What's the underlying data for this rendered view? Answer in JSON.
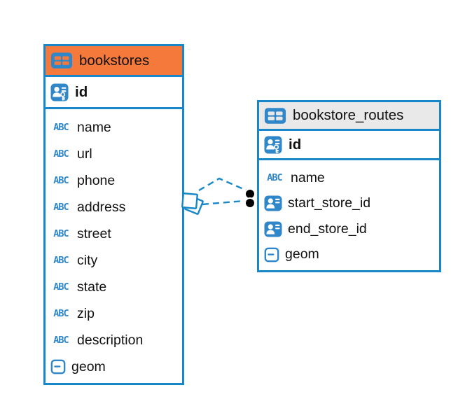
{
  "colors": {
    "table_border": "#1787C9",
    "icon_blue": "#2F87C9",
    "bookstores_header": "#F5793B",
    "routes_header": "#E9E9E9",
    "text": "#111111",
    "connector": "#1787C9",
    "dot_fill": "#000000"
  },
  "icons": {
    "abc_glyph": "ABC"
  },
  "diagram": {
    "tables": [
      {
        "name": "bookstores",
        "primary_key": {
          "name": "id"
        },
        "columns": [
          {
            "name": "name",
            "type": "text"
          },
          {
            "name": "url",
            "type": "text"
          },
          {
            "name": "phone",
            "type": "text"
          },
          {
            "name": "address",
            "type": "text"
          },
          {
            "name": "street",
            "type": "text"
          },
          {
            "name": "city",
            "type": "text"
          },
          {
            "name": "state",
            "type": "text"
          },
          {
            "name": "zip",
            "type": "text"
          },
          {
            "name": "description",
            "type": "text"
          },
          {
            "name": "geom",
            "type": "geometry"
          }
        ]
      },
      {
        "name": "bookstore_routes",
        "primary_key": {
          "name": "id"
        },
        "columns": [
          {
            "name": "name",
            "type": "text"
          },
          {
            "name": "start_store_id",
            "type": "reference"
          },
          {
            "name": "end_store_id",
            "type": "reference"
          },
          {
            "name": "geom",
            "type": "geometry"
          }
        ]
      }
    ],
    "relationships": [
      {
        "between": [
          "bookstores",
          "bookstore_routes"
        ],
        "line_style": "dashed"
      },
      {
        "between": [
          "bookstores",
          "bookstore_routes"
        ],
        "line_style": "dashed"
      }
    ]
  }
}
